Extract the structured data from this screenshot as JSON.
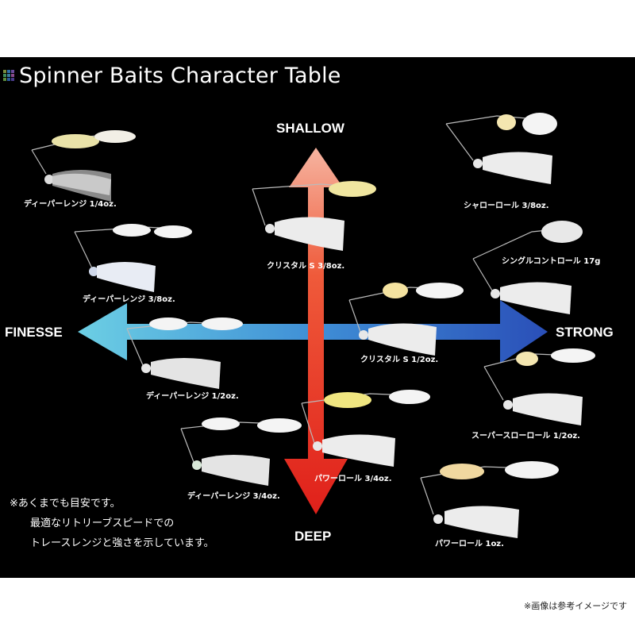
{
  "title": "Spinner Baits Character Table",
  "axes": {
    "top": "SHALLOW",
    "bottom": "DEEP",
    "left": "FINESSE",
    "right": "STRONG"
  },
  "colors": {
    "background": "#000000",
    "shallow_arrow": "#f4a08a",
    "deep_arrow": "#e8231c",
    "finesse_arrow": "#5bc4de",
    "strong_arrow": "#2a5cc4"
  },
  "lures": [
    {
      "label": "ディーパーレンジ 1/4oz.",
      "blade1": "#e9e2a8",
      "blade2": "#f2efe6"
    },
    {
      "label": "ディーパーレンジ 3/8oz.",
      "blade1": "#f4f4f4",
      "blade2": "#f4f4f4"
    },
    {
      "label": "ディーパーレンジ 1/2oz.",
      "blade1": "#f4f4f4",
      "blade2": "#f4f4f4"
    },
    {
      "label": "ディーパーレンジ 3/4oz.",
      "blade1": "#f4f4f4",
      "blade2": "#f4f4f4"
    },
    {
      "label": "クリスタル S 3/8oz.",
      "blade1": "#f0e6a0",
      "blade2": "#f0e6a0"
    },
    {
      "label": "クリスタル S 1/2oz.",
      "blade1": "#f4e2a0",
      "blade2": "#f4f4f4"
    },
    {
      "label": "パワーロール 3/4oz.",
      "blade1": "#f0e680",
      "blade2": "#f4f4f4"
    },
    {
      "label": "シャローロール 3/8oz.",
      "blade1": "#f4e6b0",
      "blade2": "#f4f4f4"
    },
    {
      "label": "シングルコントロール 17g",
      "blade1": "#e8e8e8",
      "blade2": ""
    },
    {
      "label": "スーパースローロール 1/2oz.",
      "blade1": "#f4e6b0",
      "blade2": "#f4f4f4"
    },
    {
      "label": "パワーロール 1oz.",
      "blade1": "#f0d8a0",
      "blade2": "#f4f4f4"
    }
  ],
  "note": [
    "※あくまでも目安です。",
    "最適なリトリーブスピードでの",
    "トレースレンジと強さを示しています。"
  ],
  "disclaimer": "※画像は参考イメージです"
}
